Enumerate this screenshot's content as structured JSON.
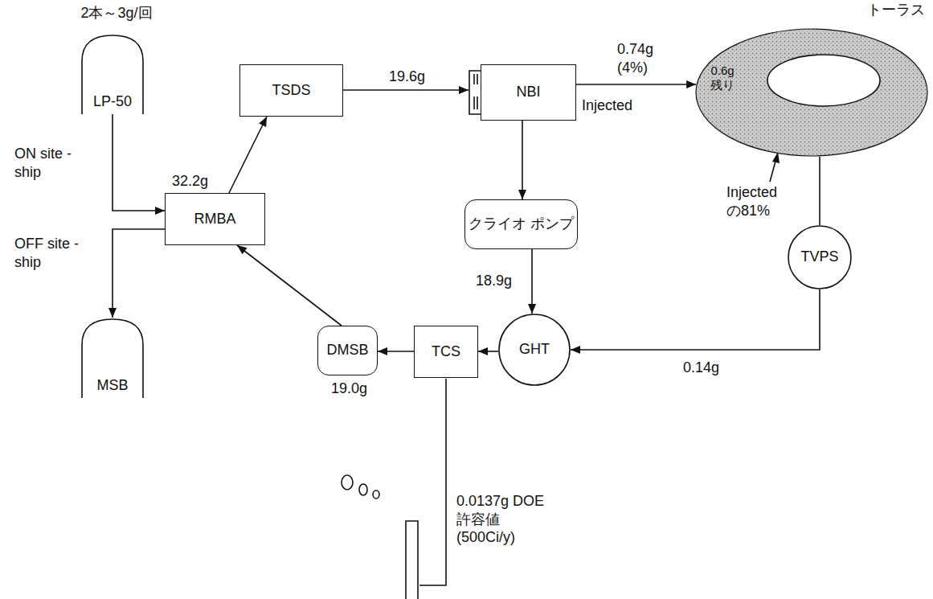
{
  "diagram": {
    "nodes": [
      {
        "text": [
          "2本～3g/回",
          "LP-50"
        ]
      },
      {
        "text": [
          "RMBA"
        ]
      },
      {
        "text": [
          "TSDS"
        ]
      },
      {
        "text": [
          "NBI"
        ]
      },
      {
        "text": [
          "トーラス",
          "0.6g 残り"
        ]
      },
      {
        "text": [
          "クライオ ポンプ"
        ]
      },
      {
        "text": [
          "TVPS"
        ]
      },
      {
        "text": [
          "GHT"
        ]
      },
      {
        "text": [
          "TCS"
        ]
      },
      {
        "text": [
          "DMSB"
        ]
      },
      {
        "text": [
          "MSB"
        ]
      }
    ],
    "edges": [
      {
        "from": 0,
        "to": 1,
        "label": "ON site -ship",
        "arrow": "to"
      },
      {
        "from": 1,
        "to": 10,
        "label": "OFF site -ship",
        "arrow": "to"
      },
      {
        "from": 1,
        "to": 2,
        "arrow": "to"
      },
      {
        "from": 2,
        "to": 3,
        "label": "19.6g",
        "arrow": "to"
      },
      {
        "from": 3,
        "to": 4,
        "label": "0.74g (4%)",
        "arrow": "to"
      },
      {
        "from": 3,
        "to": 5,
        "arrow": "to"
      },
      {
        "from": 5,
        "to": 7,
        "label": "18.9g",
        "arrow": "to"
      },
      {
        "from": 4,
        "to": 6,
        "arrow": "none"
      },
      {
        "from": 6,
        "to": 7,
        "label": "0.14g",
        "arrow": "to"
      },
      {
        "from": 7,
        "to": 8,
        "arrow": "to"
      },
      {
        "from": 8,
        "to": 9,
        "label": "19.0g",
        "arrow": "to"
      },
      {
        "from": 9,
        "to": 1,
        "arrow": "to"
      }
    ],
    "labels": [
      "32.2g",
      "Injected",
      "Injected の81%",
      "0.0137g DOE許容値 (500Ci/y)"
    ]
  }
}
